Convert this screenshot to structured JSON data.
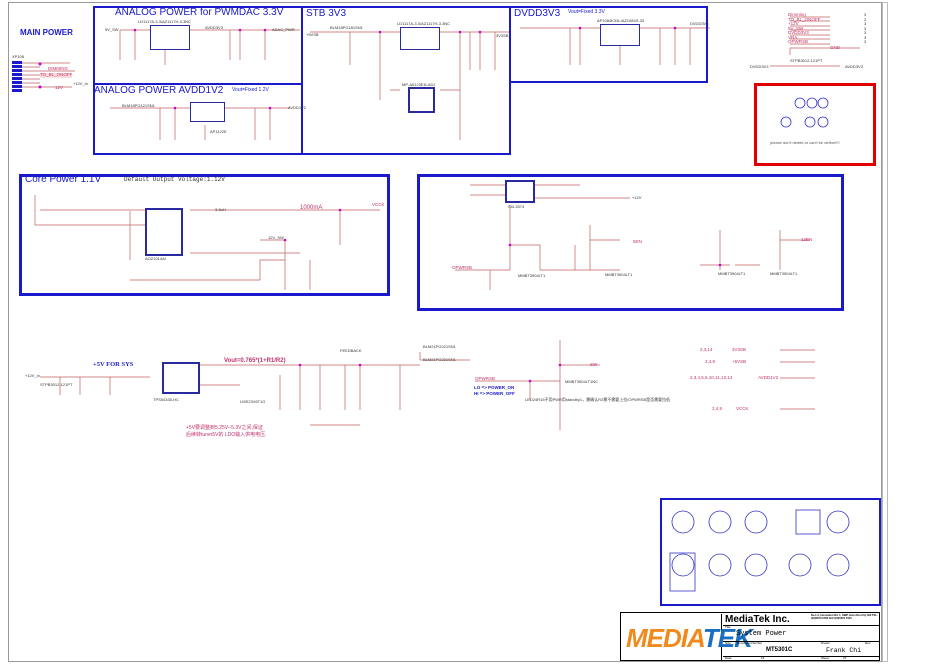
{
  "sections": {
    "main_power": "MAIN POWER",
    "pwmdac": "ANALOG POWER for PWMDAC 3.3V",
    "avdd1v2": "ANALOG POWER AVDD1V2",
    "avdd1v2_note": "Vout=Fixed 1.2V",
    "stb3v3": "STB 3V3",
    "dvdd3v3": "DVDD3V3",
    "dvdd3v3_note": "Vout=Fixed 3.3V",
    "core": "Core Power 1.1V",
    "core_note": "Default Output Voltage:1.12V",
    "core_current": "1000mA",
    "sys5v": "+5V FOR SYS",
    "vout_formula": "Vout=0.765*(1+R1/R2)",
    "sys5v_note1": "+5V要调整到5.25V--5.3V之间,保证",
    "sys5v_note2": "后续转tuner5V的 LDO输入供电电压.",
    "power_on": "LO => POWER_ON",
    "power_off": "HI => POWER_OFF",
    "standby_note": "LED24R16不用PWR用standby1，需确认R2需不需要上拉/OPWRSB是否需要拉低",
    "red_note": "please don't delete,or can't be define!!!!"
  },
  "connector": {
    "ref": "XP108",
    "nets": [
      "DIMMING",
      "TO_BL_ONOFF",
      "12V",
      "+12V_in"
    ]
  },
  "offpage": [
    {
      "label": "Dimming",
      "page": "3"
    },
    {
      "label": "TO_BL_ONOFF",
      "page": "3"
    },
    {
      "label": "+12V",
      "page": "3"
    },
    {
      "label": "5V_SW",
      "page": "3"
    },
    {
      "label": "DVDD3V3",
      "page": "3"
    },
    {
      "label": "VRA",
      "page": "3"
    },
    {
      "label": "OPWRSB",
      "page": "3"
    },
    {
      "label": "GND",
      "page": ""
    }
  ],
  "ferrite": {
    "ref": "STPB3012-121PT",
    "from": "DVDD3V3",
    "to": "AVDD3V3"
  },
  "parts": {
    "n2": "LD1117A-3.3/AZ1117H-3.3NC",
    "n4": "AP1122E",
    "n1": "LD1117A-3.3/AZ1117H-3.3NC",
    "mp": "MP-A0123EN-ADJ",
    "n3": "AP1084K33L/AZ1084S-33",
    "n5": "AOZ1014AI",
    "n13": "TPS54335-HC",
    "n28": "SI4-3374",
    "l5": "BLM18PG181SN1",
    "l7": "BLM18PG121SN1",
    "l3": "3.3uH",
    "l10": "STPB3012-121PT",
    "v25": "MMBT3904LT1",
    "v22": "MMBT3904LT1",
    "v24": "MMBT3904LT1",
    "v23": "MMBT3904LT1",
    "v1": "MMBT3904LT1NC",
    "lb1": "BLM21PG221SN1",
    "lb2": "BLM21PG221SN1",
    "d": "LMS23V6T1G"
  },
  "nets": {
    "5v_sw": "5V_SW",
    "avdd3v3": "AVDD3V3",
    "adac_pwr": "ADAC_PWR",
    "avdd1v2": "AVDD1V2",
    "5vsb": "+5VSB",
    "3v3sb": "3V3SB",
    "dvdd3v3": "DVDD3V3",
    "vcck": "VCCK",
    "12v_in": "+12V_in",
    "12v": "+12V",
    "opwrsb": "OPWRSB",
    "sen": "5EN",
    "12en": "12EN",
    "fb": "FEEDBACK",
    "sw": "SW",
    "en_sw": "12V_SW"
  },
  "xref": [
    {
      "pages": "2,3,14",
      "net": "3V3SB"
    },
    {
      "pages": "2,4,9",
      "net": "+5VSB"
    },
    {
      "pages": "2,3,4,5,6,10,11,13,14",
      "net": "AVDD1V2"
    },
    {
      "pages": "2,4,9",
      "net": "VCCK"
    }
  ],
  "title_block": {
    "company": "MediaTek Inc.",
    "address": "No.1-2, Innovation Rd. 1, SBIP, Hsin-Chu City 300 TEL:(03)5670-0766 FAX:(03)5670-7910",
    "logo": "MEDIATEK",
    "title_label": "Title",
    "title": "System Power",
    "size_label": "Size",
    "doc_label": "Document Number",
    "doc": "MT5301C",
    "drawn_label": "Drawn",
    "drawn": "Frank Chi",
    "rev_label": "Rev",
    "date_label": "Date:",
    "sheet": "16",
    "sheet_label": "Sheet",
    "of": "37"
  },
  "colors": {
    "frame": "#1a1acc",
    "wire": "#c06060",
    "alert": "#e00000",
    "pin": "#cc00cc"
  }
}
